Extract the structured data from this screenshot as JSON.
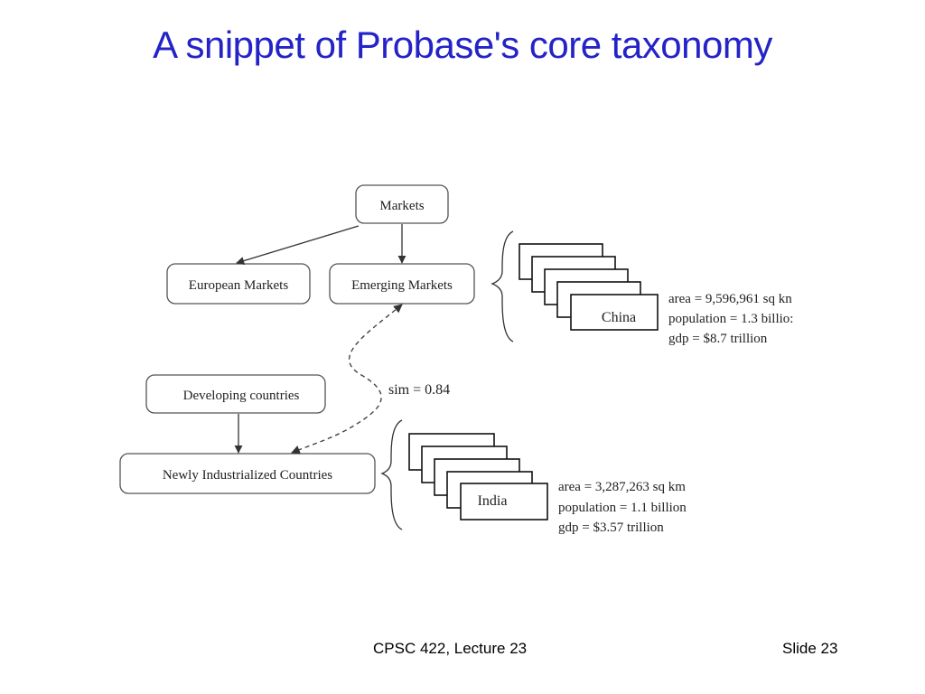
{
  "slide": {
    "title": "A snippet of Probase's core taxonomy",
    "footer_center": "CPSC 422, Lecture 23",
    "footer_right": "Slide 23"
  },
  "diagram": {
    "nodes": {
      "markets": "Markets",
      "european_markets": "European Markets",
      "emerging_markets": "Emerging Markets",
      "developing_countries": "Developing countries",
      "newly_industrialized": "Newly Industrialized Countries"
    },
    "similarity_label": "sim = 0.84",
    "china": {
      "label": "China",
      "attributes": [
        "area = 9,596,961 sq kn",
        "population = 1.3 billio:",
        "gdp = $8.7 trillion"
      ]
    },
    "india": {
      "label": "India",
      "attributes": [
        "area = 3,287,263 sq km",
        "population = 1.1 billion",
        "gdp = $3.57 trillion"
      ]
    }
  }
}
